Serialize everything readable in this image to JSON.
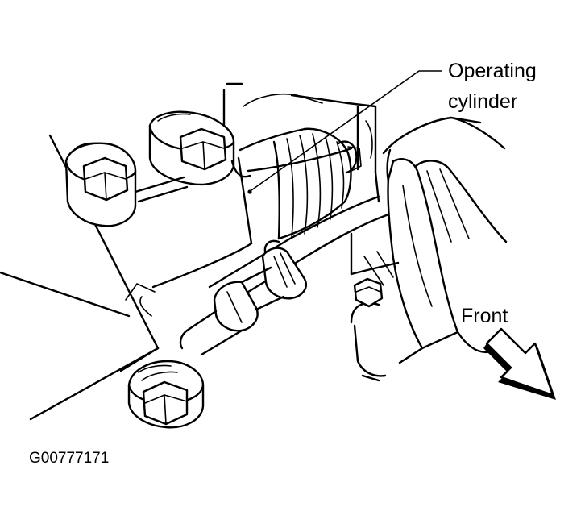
{
  "figure": {
    "callout_label_line1": "Operating",
    "callout_label_line2": "cylinder",
    "direction_label": "Front",
    "figure_id": "G00777171",
    "icons": [
      "front-direction-arrow-icon",
      "bolt-icon",
      "callout-leader-line"
    ],
    "colors": {
      "ink": "#000000",
      "paper": "#ffffff"
    }
  }
}
